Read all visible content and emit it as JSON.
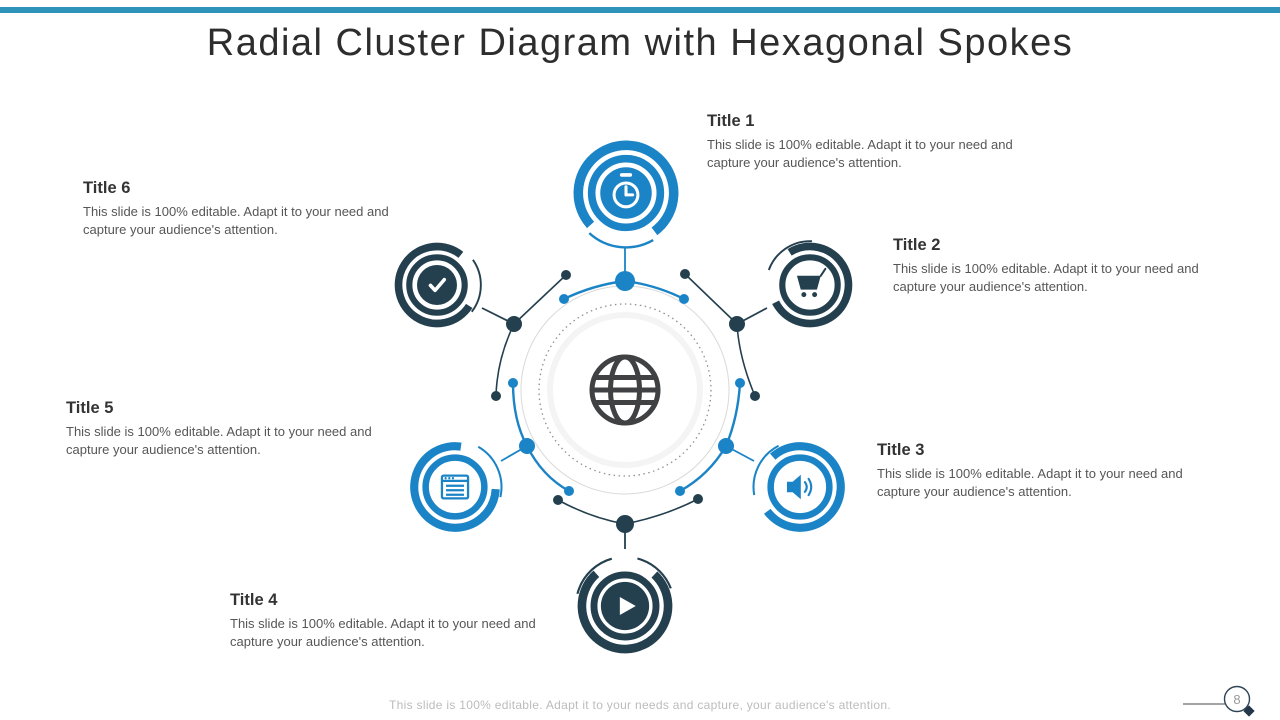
{
  "slide": {
    "title": "Radial Cluster Diagram with Hexagonal Spokes",
    "footer": "This slide is 100% editable. Adapt it to your needs and capture, your audience's attention.",
    "page_number": "8"
  },
  "center": {
    "icon": "globe-icon"
  },
  "nodes": [
    {
      "title": "Title 1",
      "desc": "This slide is 100% editable. Adapt it to your need and capture your audience's attention.",
      "icon": "stopwatch-icon",
      "color": "#1B84C6"
    },
    {
      "title": "Title 2",
      "desc": "This slide is 100% editable. Adapt it to your need and capture your audience's attention.",
      "icon": "shopping-cart-icon",
      "color": "#24404F"
    },
    {
      "title": "Title 3",
      "desc": "This slide is 100% editable. Adapt it to your need and capture your audience's attention.",
      "icon": "speaker-icon",
      "color": "#1B84C6"
    },
    {
      "title": "Title 4",
      "desc": "This slide is 100% editable. Adapt it to your need and capture your audience's attention.",
      "icon": "play-icon",
      "color": "#24404F"
    },
    {
      "title": "Title 5",
      "desc": "This slide is 100% editable. Adapt it to your need and capture your audience's attention.",
      "icon": "document-icon",
      "color": "#1B84C6"
    },
    {
      "title": "Title 6",
      "desc": "This slide is 100% editable. Adapt it to your need and capture your audience's attention.",
      "icon": "checkmark-icon",
      "color": "#24404F"
    }
  ],
  "colors": {
    "accent_blue": "#1B84C6",
    "accent_navy": "#24404F",
    "top_bar_teal": "#2D93B8",
    "globe_gray": "#3F4142"
  }
}
